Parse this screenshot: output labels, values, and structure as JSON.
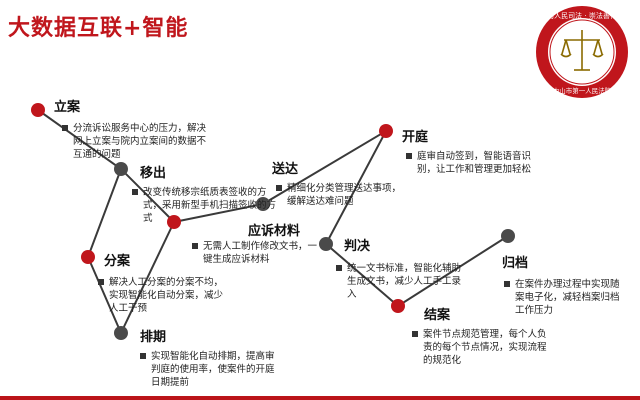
{
  "title": "大数据互联+智能",
  "logo": {
    "top_text": "为人民司法 · 崇法善行",
    "bottom_text": "中山市第一人民法院"
  },
  "accent_color": "#c0161c",
  "node_red": "#c0161c",
  "node_dark": "#4a4a4a",
  "steps": [
    {
      "label": "立案",
      "desc": "分流诉讼服务中心的压力，解决网上立案与院内立案间的数据不互通的问题"
    },
    {
      "label": "移出",
      "desc": "改变传统移宗纸质表签收的方式，采用新型手机扫描签收的方式"
    },
    {
      "label": "送达",
      "desc": "精细化分类管理送达事项，缓解送达难问题"
    },
    {
      "label": "开庭",
      "desc": "庭审自动签到，智能语音识别，让工作和管理更加轻松"
    },
    {
      "label": "应诉材料",
      "desc": "无需人工制作修改文书，一键生成应诉材料"
    },
    {
      "label": "分案",
      "desc": "解决人工分案的分案不均，实现智能化自动分案，减少人工干预"
    },
    {
      "label": "判决",
      "desc": "统一文书标准，智能化辅助生成文书，减少人工手工录入"
    },
    {
      "label": "归档",
      "desc": "在案件办理过程中实现随案电子化，减轻档案归档工作压力"
    },
    {
      "label": "结案",
      "desc": "案件节点规范管理，每个人负责的每个节点情况，实现流程的规范化"
    },
    {
      "label": "排期",
      "desc": "实现智能化自动排期，提高审判庭的使用率，使案件的开庭日期提前"
    }
  ]
}
